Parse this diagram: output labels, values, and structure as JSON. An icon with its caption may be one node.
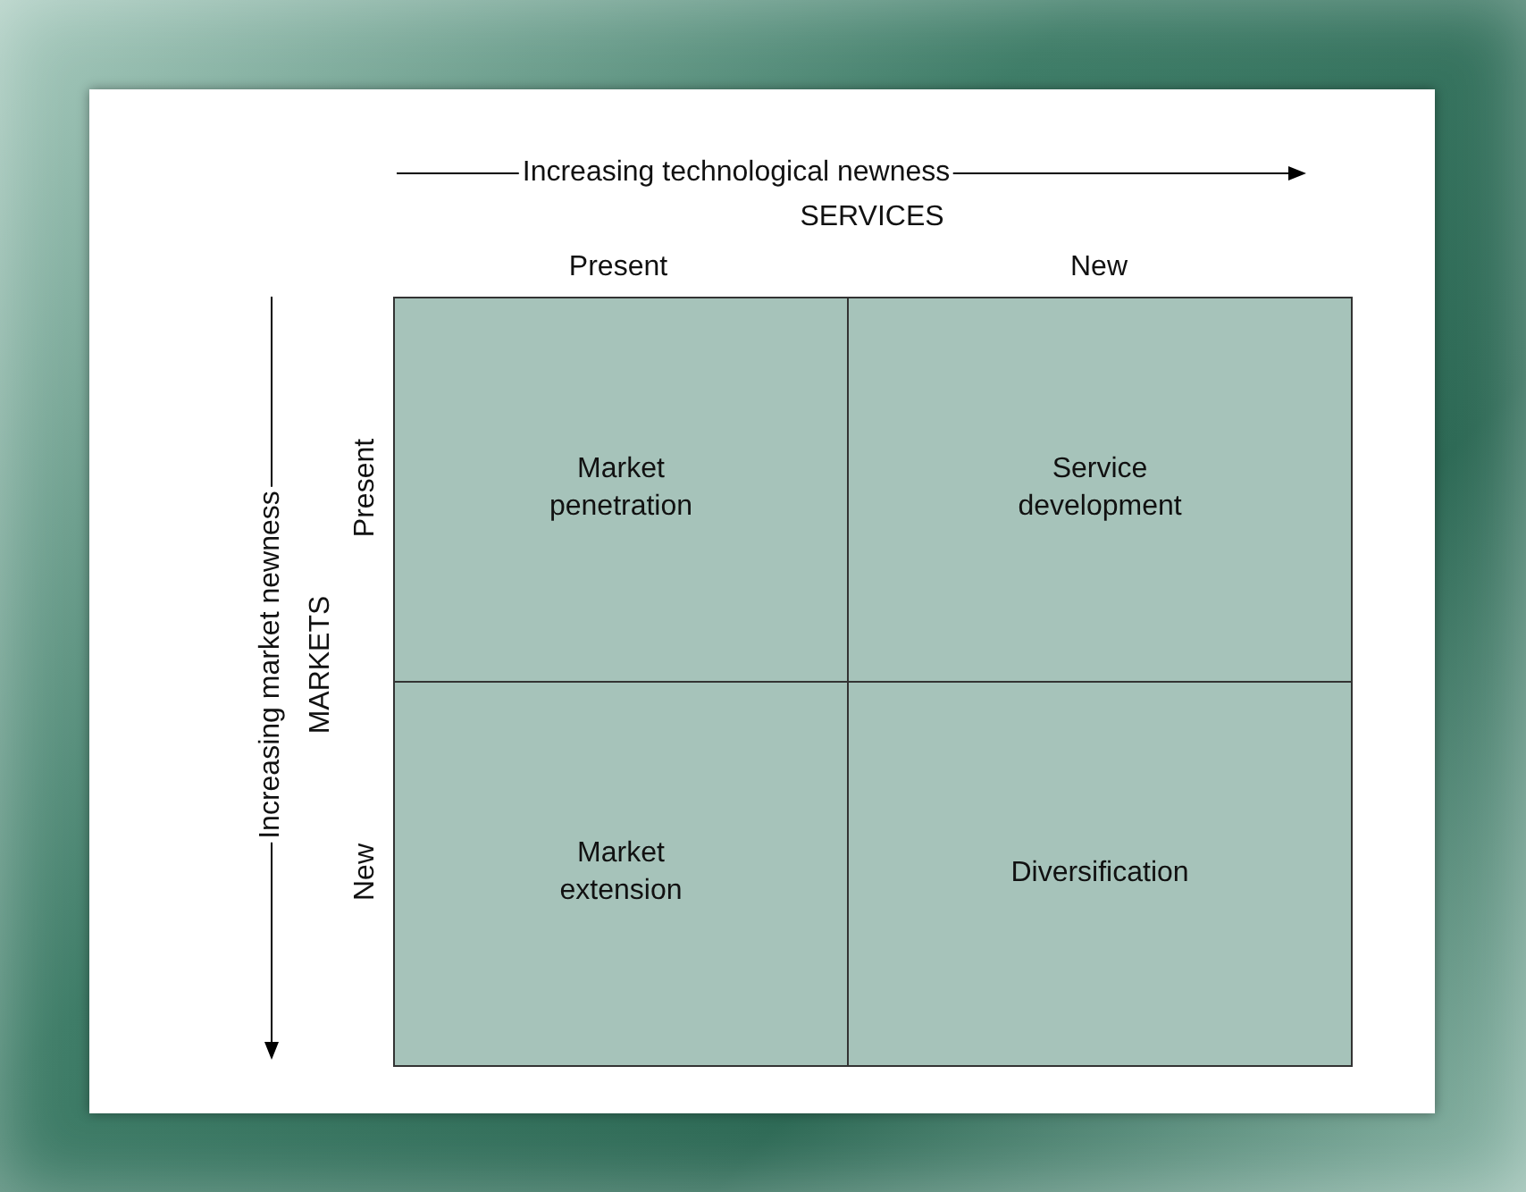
{
  "diagram": {
    "nodes": [
      {
        "text": [
          "Market penetration"
        ]
      },
      {
        "text": [
          "Service development"
        ]
      },
      {
        "text": [
          "Market extension"
        ]
      },
      {
        "text": [
          "Diversification"
        ]
      }
    ],
    "labels": [
      "Increasing technological newness",
      "SERVICES",
      "Present",
      "New",
      "Increasing market newness",
      "MARKETS",
      "Present",
      "New"
    ]
  }
}
